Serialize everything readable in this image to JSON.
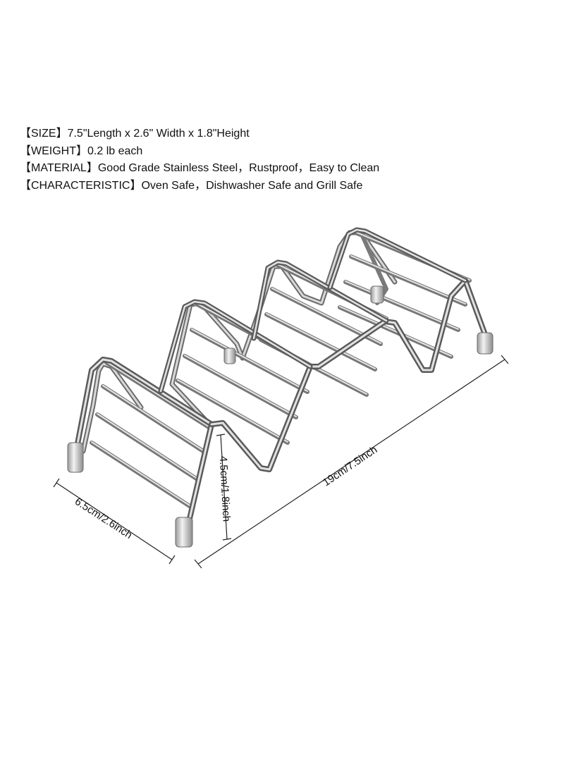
{
  "specs": [
    {
      "label": "【SIZE】",
      "value": "7.5\"Length x 2.6\" Width x 1.8\"Height"
    },
    {
      "label": "【WEIGHT】",
      "value": "0.2 lb each"
    },
    {
      "label": "【MATERIAL】",
      "value": "Good Grade Stainless Steel，Rustproof，Easy to Clean"
    },
    {
      "label": "【CHARACTERISTIC】",
      "value": "Oven Safe，Dishwasher Safe and Grill Safe"
    }
  ],
  "dimensions": {
    "length": "19cm/7.5inch",
    "width": "6.5cm/2.6inch",
    "height": "4.5cm/1.8inch"
  }
}
